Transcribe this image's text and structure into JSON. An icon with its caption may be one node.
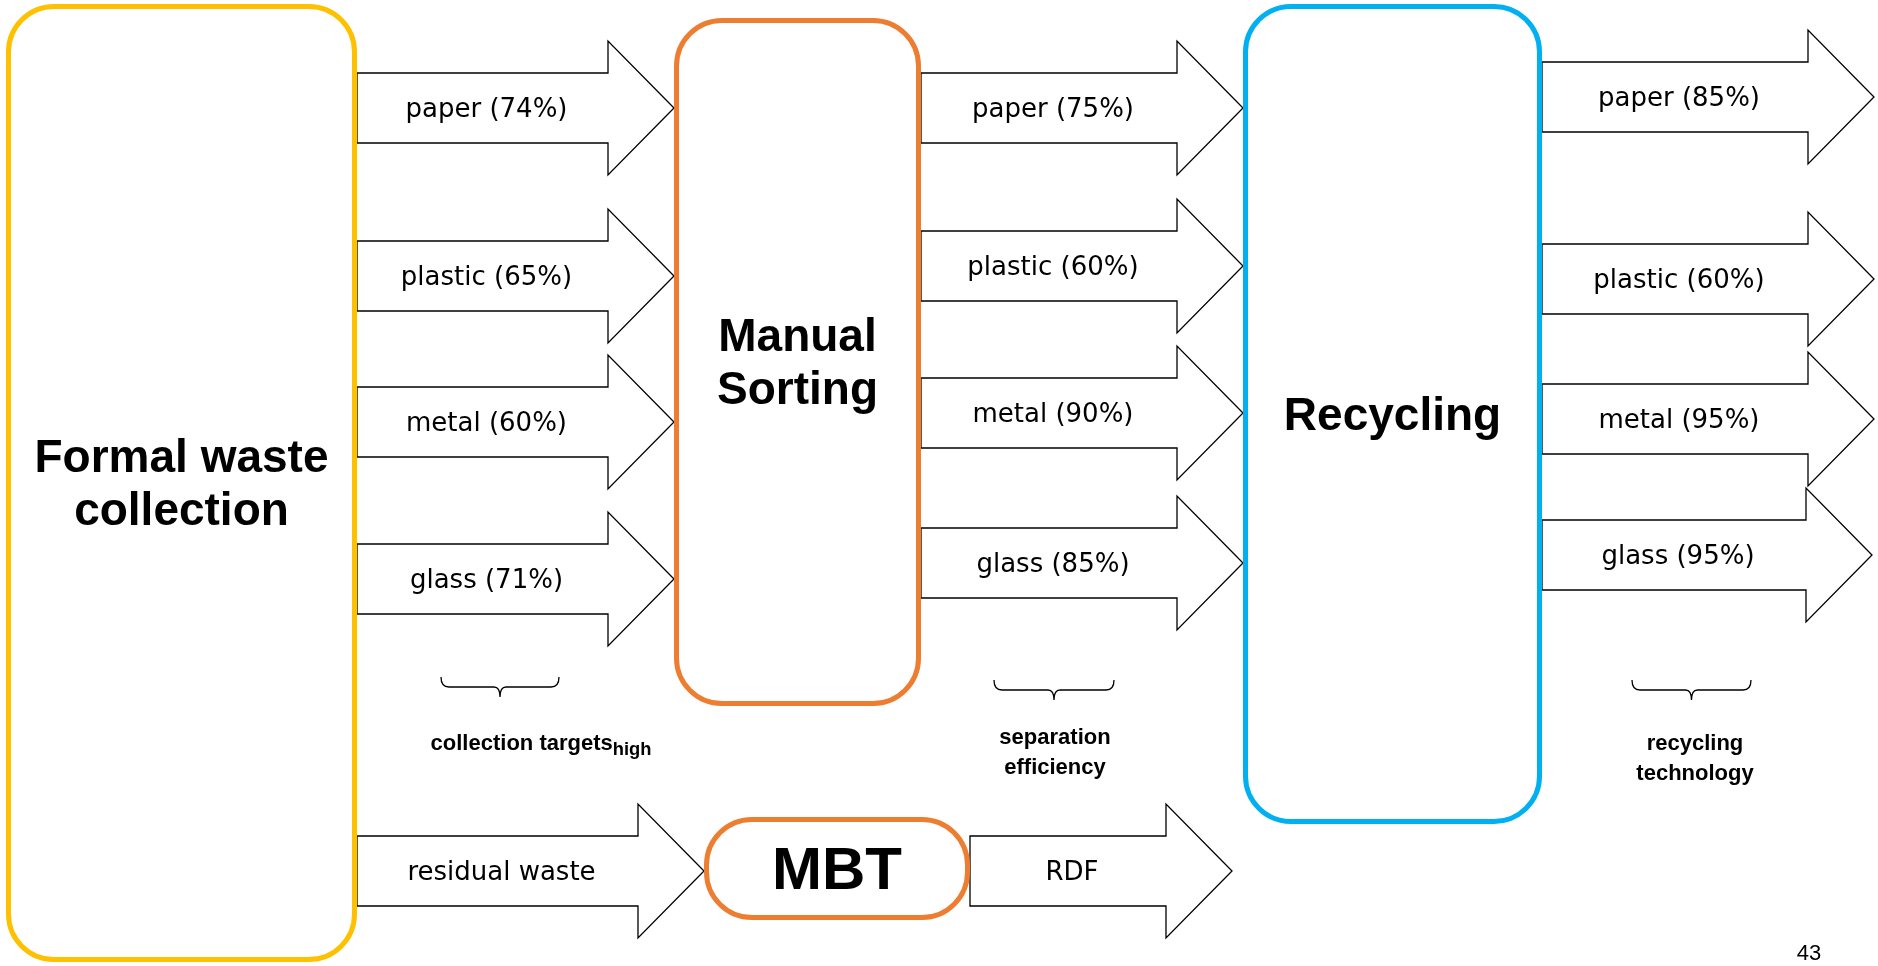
{
  "diagram": {
    "nodes": [
      {
        "text": [
          "Formal waste collection"
        ]
      },
      {
        "text": [
          "Manual Sorting"
        ]
      },
      {
        "text": [
          "Recycling"
        ]
      },
      {
        "text": [
          "MBT"
        ]
      }
    ],
    "edges": [
      {
        "from": 0,
        "to": 1,
        "arrow": "to",
        "label": "paper (74%)"
      },
      {
        "from": 0,
        "to": 1,
        "arrow": "to",
        "label": "plastic (65%)"
      },
      {
        "from": 0,
        "to": 1,
        "arrow": "to",
        "label": "metal (60%)"
      },
      {
        "from": 0,
        "to": 1,
        "arrow": "to",
        "label": "glass (71%)"
      },
      {
        "from": 1,
        "to": 2,
        "arrow": "to",
        "label": "paper (75%)"
      },
      {
        "from": 1,
        "to": 2,
        "arrow": "to",
        "label": "plastic (60%)"
      },
      {
        "from": 1,
        "to": 2,
        "arrow": "to",
        "label": "metal (90%)"
      },
      {
        "from": 1,
        "to": 2,
        "arrow": "to",
        "label": "glass (85%)"
      },
      {
        "from": 2,
        "to": null,
        "arrow": "to",
        "label": "paper (85%)"
      },
      {
        "from": 2,
        "to": null,
        "arrow": "to",
        "label": "plastic (60%)"
      },
      {
        "from": 2,
        "to": null,
        "arrow": "to",
        "label": "metal (95%)"
      },
      {
        "from": 2,
        "to": null,
        "arrow": "to",
        "label": "glass (95%)"
      },
      {
        "from": 0,
        "to": 3,
        "arrow": "to",
        "label": "residual waste"
      },
      {
        "from": 3,
        "to": null,
        "arrow": "to",
        "label": "RDF"
      }
    ],
    "labels": [
      "collection targets$_{high}$",
      "separation efficiency",
      "recycling technology",
      "43"
    ]
  }
}
